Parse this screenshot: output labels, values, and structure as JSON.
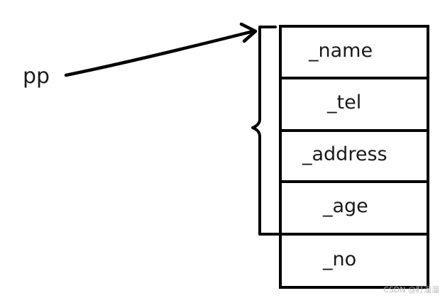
{
  "pointer": {
    "label": "pp"
  },
  "fields": [
    {
      "label": "_name"
    },
    {
      "label": "_tel"
    },
    {
      "label": "_address"
    },
    {
      "label": "_age"
    },
    {
      "label": "_no"
    }
  ],
  "brace": {
    "spans_fields": 4
  },
  "watermark": {
    "text": "CSDN @盯溜溜"
  },
  "colors": {
    "stroke": "#000000",
    "text": "#1a1a1a",
    "background": "#ffffff",
    "watermark": "#b8b8b8"
  }
}
